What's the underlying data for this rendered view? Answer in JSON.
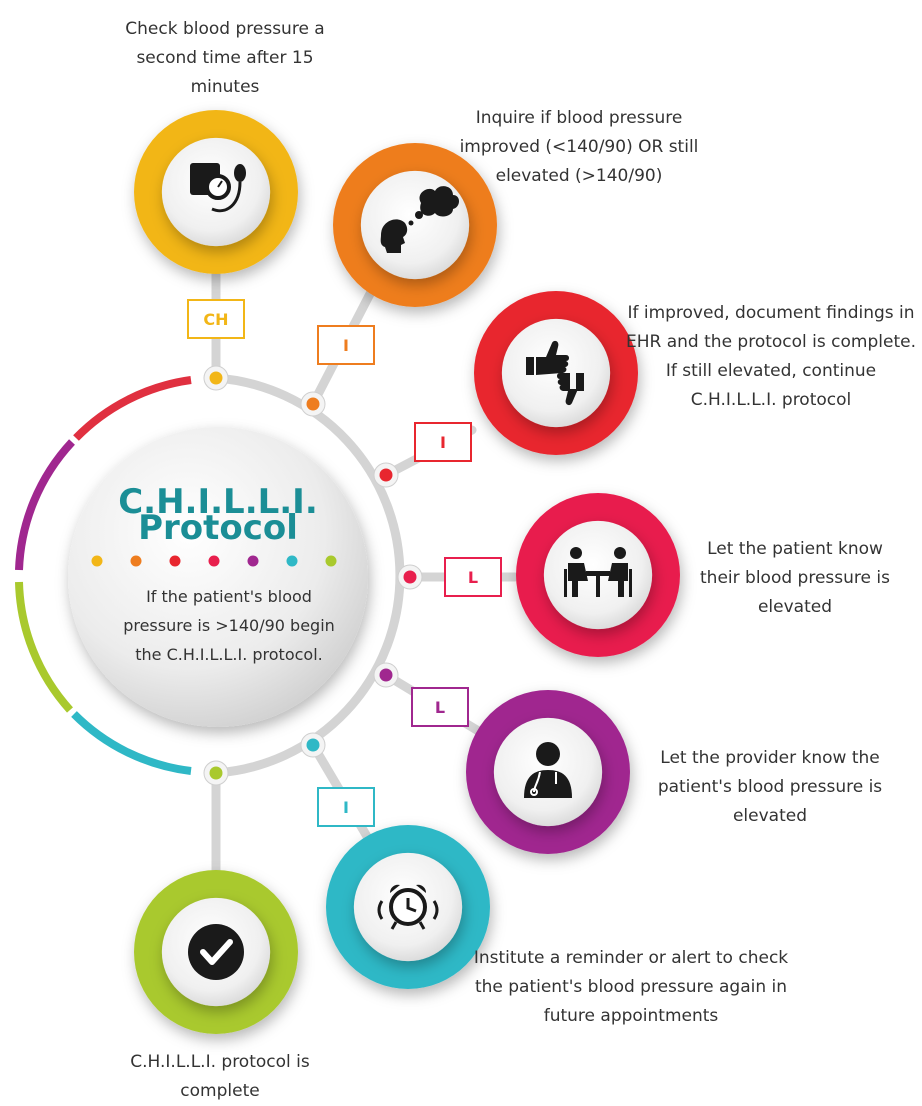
{
  "center": {
    "title_line1": "C.H.I.L.L.I.",
    "title_line2": "Protocol",
    "text": "If the patient's blood pressure is >140/90 begin the C.H.I.L.L.I. protocol.",
    "title_color": "#1b8e96",
    "dot_colors": [
      "#f2b617",
      "#ee7d1f",
      "#e8262f",
      "#e81f4d",
      "#a0278f",
      "#2fb8c6",
      "#a9c92d"
    ]
  },
  "steps": [
    {
      "letter": "CH",
      "color": "#f2b617",
      "icon": "blood-pressure-monitor-icon",
      "caption": "Check blood pressure a second time after 15 minutes"
    },
    {
      "letter": "I",
      "color": "#ee7d1f",
      "icon": "thinking-head-icon",
      "caption": "Inquire if blood pressure improved (<140/90) OR still elevated (>140/90)"
    },
    {
      "letter": "I",
      "color": "#e8262f",
      "icon": "thumbs-up-down-icon",
      "caption": "If improved, document findings in EHR and the protocol is complete.  If still elevated, continue C.H.I.L.L.I. protocol"
    },
    {
      "letter": "L",
      "color": "#e81f4d",
      "icon": "meeting-people-icon",
      "caption": "Let the patient know their blood pressure is elevated"
    },
    {
      "letter": "L",
      "color": "#a0278f",
      "icon": "doctor-icon",
      "caption": "Let the provider know the patient's blood pressure is elevated"
    },
    {
      "letter": "I",
      "color": "#2fb8c6",
      "icon": "alarm-clock-icon",
      "caption": "Institute a reminder or alert to check the patient's blood pressure again in future appointments"
    },
    {
      "letter": "",
      "color": "#a9c92d",
      "icon": "check-mark-icon",
      "caption": "C.H.I.L.L.I. protocol is complete"
    }
  ]
}
